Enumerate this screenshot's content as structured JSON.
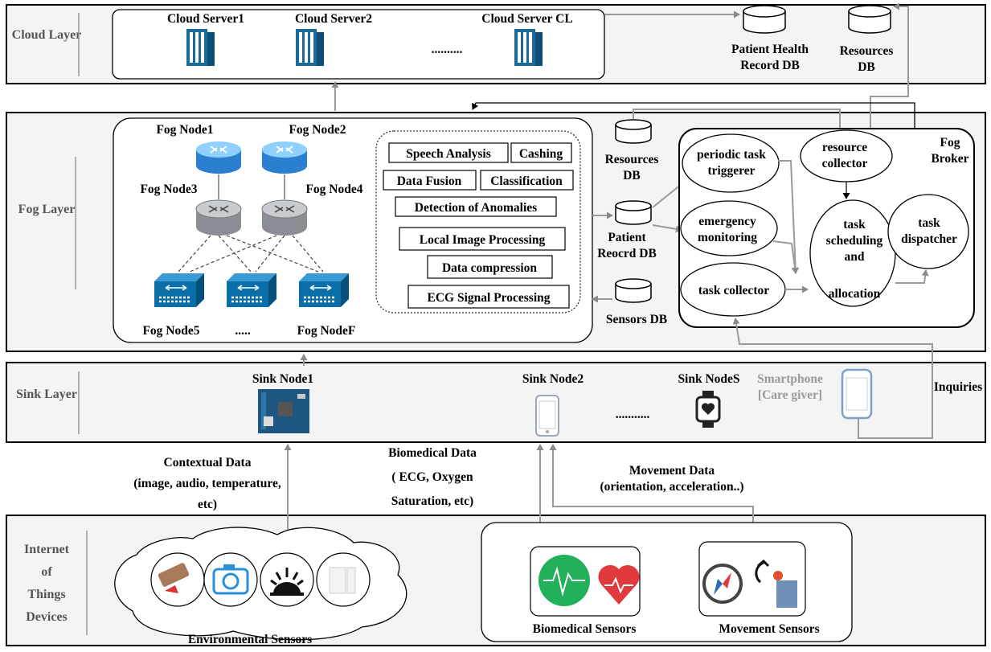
{
  "layers": {
    "cloud": "Cloud Layer",
    "fog": "Fog Layer",
    "sink": "Sink Layer",
    "iot": [
      "Internet",
      "of",
      "Things",
      "Devices"
    ]
  },
  "cloud": {
    "servers": [
      "Cloud Server1",
      "Cloud Server2",
      "Cloud Server CL"
    ],
    "ellipsis": "..........",
    "phr_db": [
      "Patient Health",
      "Record DB"
    ],
    "resources_db": [
      "Resources",
      "DB"
    ]
  },
  "fog": {
    "nodes": {
      "n1": "Fog Node1",
      "n2": "Fog Node2",
      "n3": "Fog Node3",
      "n4": "Fog Node4",
      "n5": "Fog Node5",
      "nf": "Fog NodeF",
      "dots": "....."
    },
    "services": {
      "speech": "Speech Analysis",
      "cashing": "Cashing",
      "fusion": "Data Fusion",
      "classification": "Classification",
      "anomalies": "Detection of Anomalies",
      "image": "Local Image Processing",
      "compression": "Data compression",
      "ecg": "ECG Signal Processing"
    },
    "dbs": {
      "resources": [
        "Resources",
        "DB"
      ],
      "patient": [
        "Patient",
        "Reocrd DB"
      ],
      "sensors": "Sensors DB"
    },
    "broker": {
      "title": [
        "Fog",
        "Broker"
      ],
      "periodic": [
        "periodic task",
        "triggerer"
      ],
      "resource_collector": [
        "resource",
        "collector"
      ],
      "emergency": [
        "emergency",
        "monitoring"
      ],
      "scheduling": [
        "task",
        "scheduling",
        "and",
        "allocation"
      ],
      "dispatcher": [
        "task",
        "dispatcher"
      ],
      "task_collector": "task collector"
    }
  },
  "sink": {
    "node1": "Sink Node1",
    "node2": "Sink Node2",
    "nodeS": "Sink NodeS",
    "dots": "...........",
    "smartphone": [
      "Smartphone",
      "[Care giver]"
    ],
    "inquiries": "Inquiries"
  },
  "data_flows": {
    "contextual": [
      "Contextual Data",
      "(image, audio, temperature,",
      "etc)"
    ],
    "biomedical": [
      "Biomedical Data",
      "( ECG, Oxygen",
      "Saturation, etc)"
    ],
    "movement": [
      "Movement Data",
      "(orientation, acceleration..)"
    ]
  },
  "iot": {
    "environmental": "Environmental Sensors",
    "biomedical": "Biomedical Sensors",
    "movement": "Movement Sensors"
  },
  "colors": {
    "layer_fill": "#f4f4f4",
    "connector": "#9a9a9a",
    "server_blue": "#1a6a9a",
    "router_blue": "#3f9fe6",
    "switch_blue": "#0a6fa8",
    "heart_red": "#e0393e",
    "pulse_green": "#22b05b"
  },
  "icons": [
    "server-icon",
    "router-icon",
    "switch-icon",
    "database-icon",
    "circuit-board-icon",
    "tablet-icon",
    "smartwatch-icon",
    "smartphone-icon",
    "camera-icon",
    "motion-sensor-icon",
    "light-icon",
    "door-sensor-icon",
    "pulse-icon",
    "heart-icon",
    "compass-icon",
    "rotation-icon"
  ]
}
